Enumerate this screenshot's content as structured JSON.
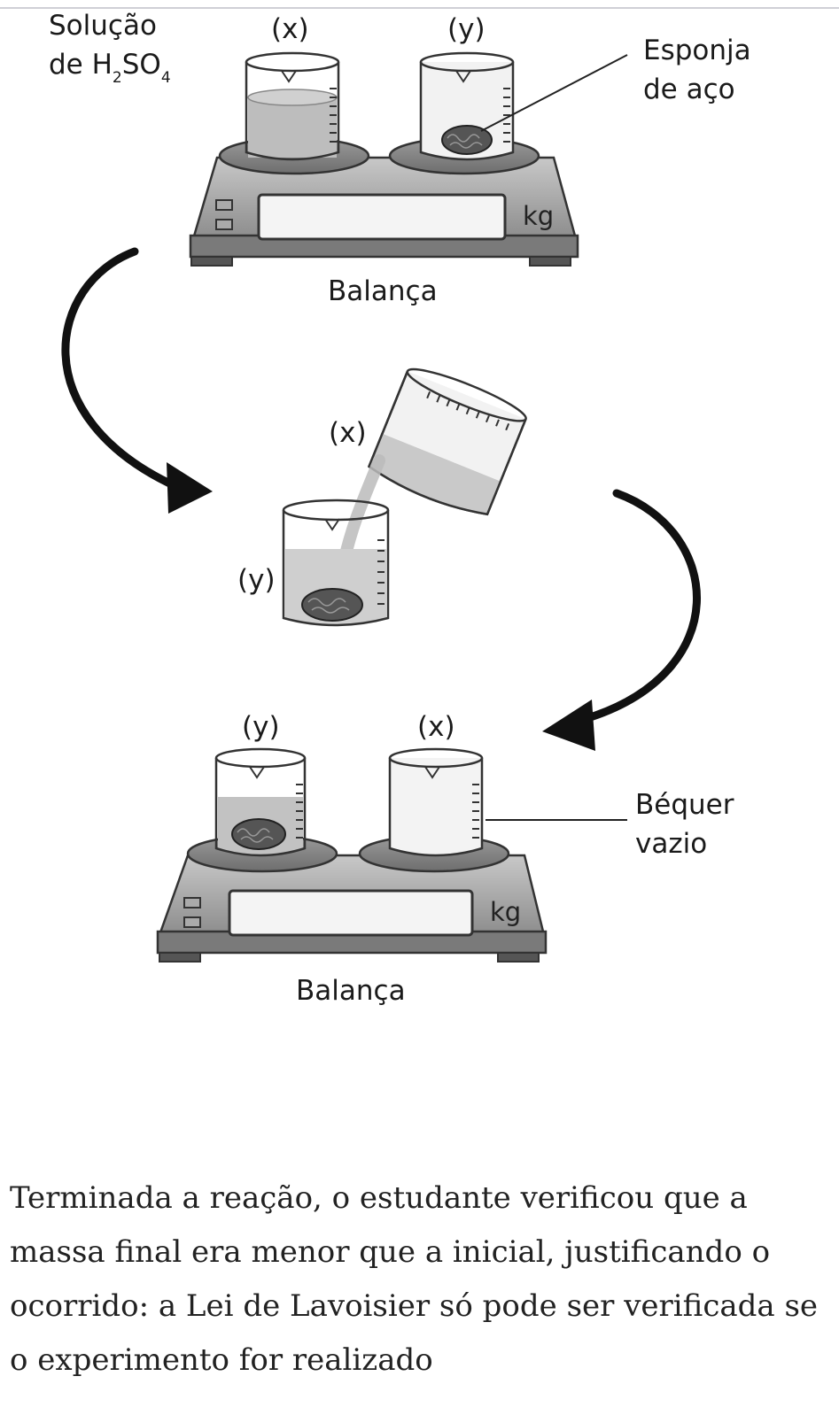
{
  "figure": {
    "solution_label_line1": "Solução",
    "solution_label_de": "de H",
    "solution_label_sub2": "2",
    "solution_label_so": "SO",
    "solution_label_sub4": "4",
    "beaker_x": "(x)",
    "beaker_y": "(y)",
    "sponge_label_line1": "Esponja",
    "sponge_label_line2": "de aço",
    "scale_label": "Balança",
    "unit": "kg",
    "empty_beaker_line1": "Béquer",
    "empty_beaker_line2": "vazio"
  },
  "caption": "Terminada a reação, o estudante verificou que a massa final era menor que a inicial, justificando o ocorrido: a Lei de Lavoisier só pode ser verificada se o experimento for realizado"
}
